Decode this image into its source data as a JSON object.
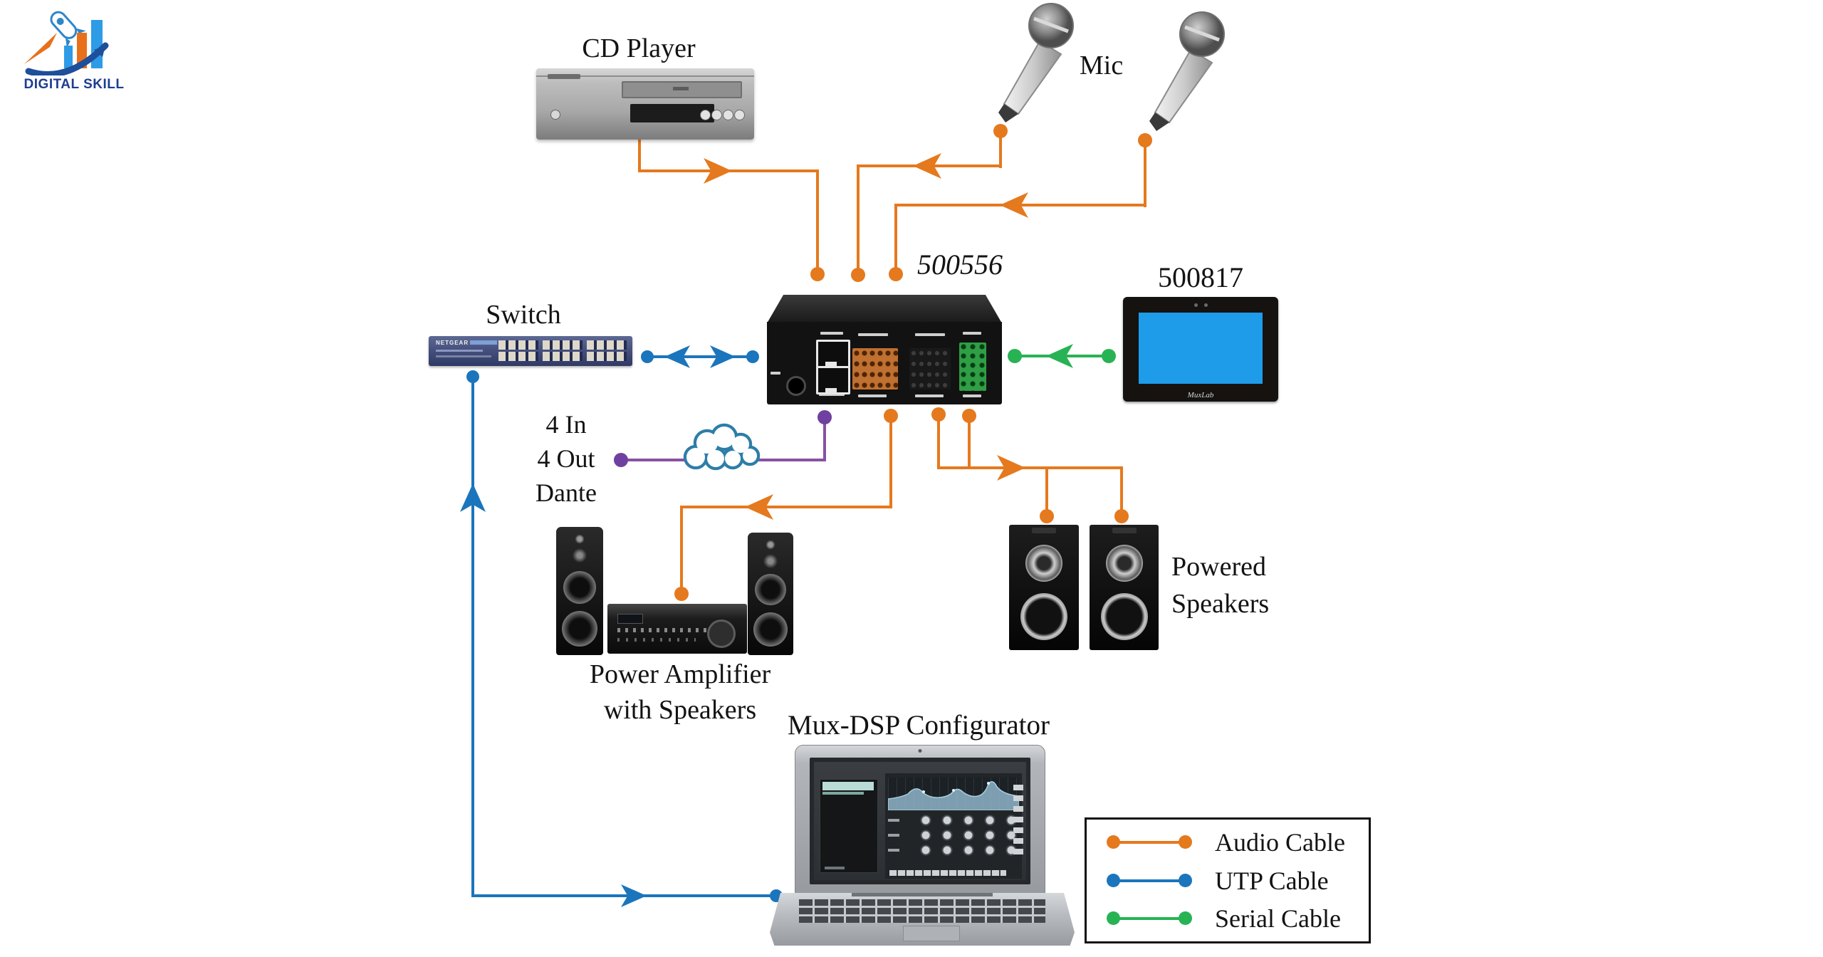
{
  "logo": {
    "text": "DIGITAL SKILL"
  },
  "devices": {
    "cd_player": {
      "label": "CD Player"
    },
    "mic": {
      "label": "Mic"
    },
    "switch": {
      "label": "Switch",
      "brand": "NETGEAR"
    },
    "dsp": {
      "label": "500556"
    },
    "touch_panel": {
      "label": "500817",
      "brand": "MuxLab"
    },
    "dante": {
      "line1": "4 In",
      "line2": "4 Out",
      "line3": "Dante"
    },
    "power_amp": {
      "line1": "Power Amplifier",
      "line2": "with Speakers"
    },
    "powered_speakers": {
      "line1": "Powered",
      "line2": "Speakers"
    },
    "configurator": {
      "label": "Mux-DSP Configurator"
    }
  },
  "legend": {
    "items": [
      {
        "label": "Audio Cable",
        "color": "#E5791E"
      },
      {
        "label": "UTP Cable",
        "color": "#1B75BC"
      },
      {
        "label": "Serial Cable",
        "color": "#27B354"
      }
    ]
  },
  "colors": {
    "audio_cable": "#E5791E",
    "utp_cable": "#1B75BC",
    "serial_cable": "#27B354",
    "dante_link": "#8751A1",
    "cloud_outline": "#2D7EA8",
    "panel_screen": "#1E9BE9",
    "logo_navy": "#1D3D91"
  }
}
